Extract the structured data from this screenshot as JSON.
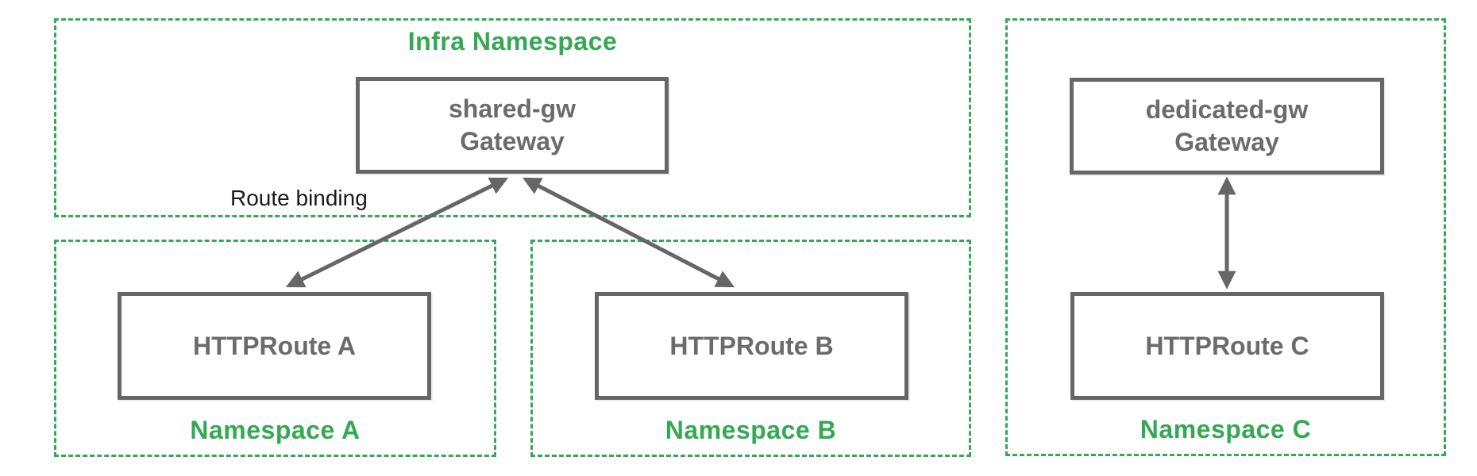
{
  "namespaces": {
    "infra": {
      "label": "Infra Namespace"
    },
    "ns_a": {
      "label": "Namespace A"
    },
    "ns_b": {
      "label": "Namespace B"
    },
    "ns_c": {
      "label": "Namespace C"
    }
  },
  "nodes": {
    "shared_gw": {
      "line1": "shared-gw",
      "line2": "Gateway"
    },
    "dedicated_gw": {
      "line1": "dedicated-gw",
      "line2": "Gateway"
    },
    "httproute_a": {
      "label": "HTTPRoute A"
    },
    "httproute_b": {
      "label": "HTTPRoute B"
    },
    "httproute_c": {
      "label": "HTTPRoute C"
    }
  },
  "annotations": {
    "route_binding": "Route binding"
  },
  "edges": [
    {
      "from": "httproute_a",
      "to": "shared_gw",
      "type": "double-arrow",
      "label": "Route binding"
    },
    {
      "from": "httproute_b",
      "to": "shared_gw",
      "type": "double-arrow",
      "label": ""
    },
    {
      "from": "httproute_c",
      "to": "dedicated_gw",
      "type": "double-arrow",
      "label": ""
    }
  ],
  "colors": {
    "namespace_green": "#34a853",
    "node_border_gray": "#666666",
    "node_text_gray": "#6b6b6b",
    "annotation_black": "#1a1a1a",
    "background": "#ffffff"
  }
}
